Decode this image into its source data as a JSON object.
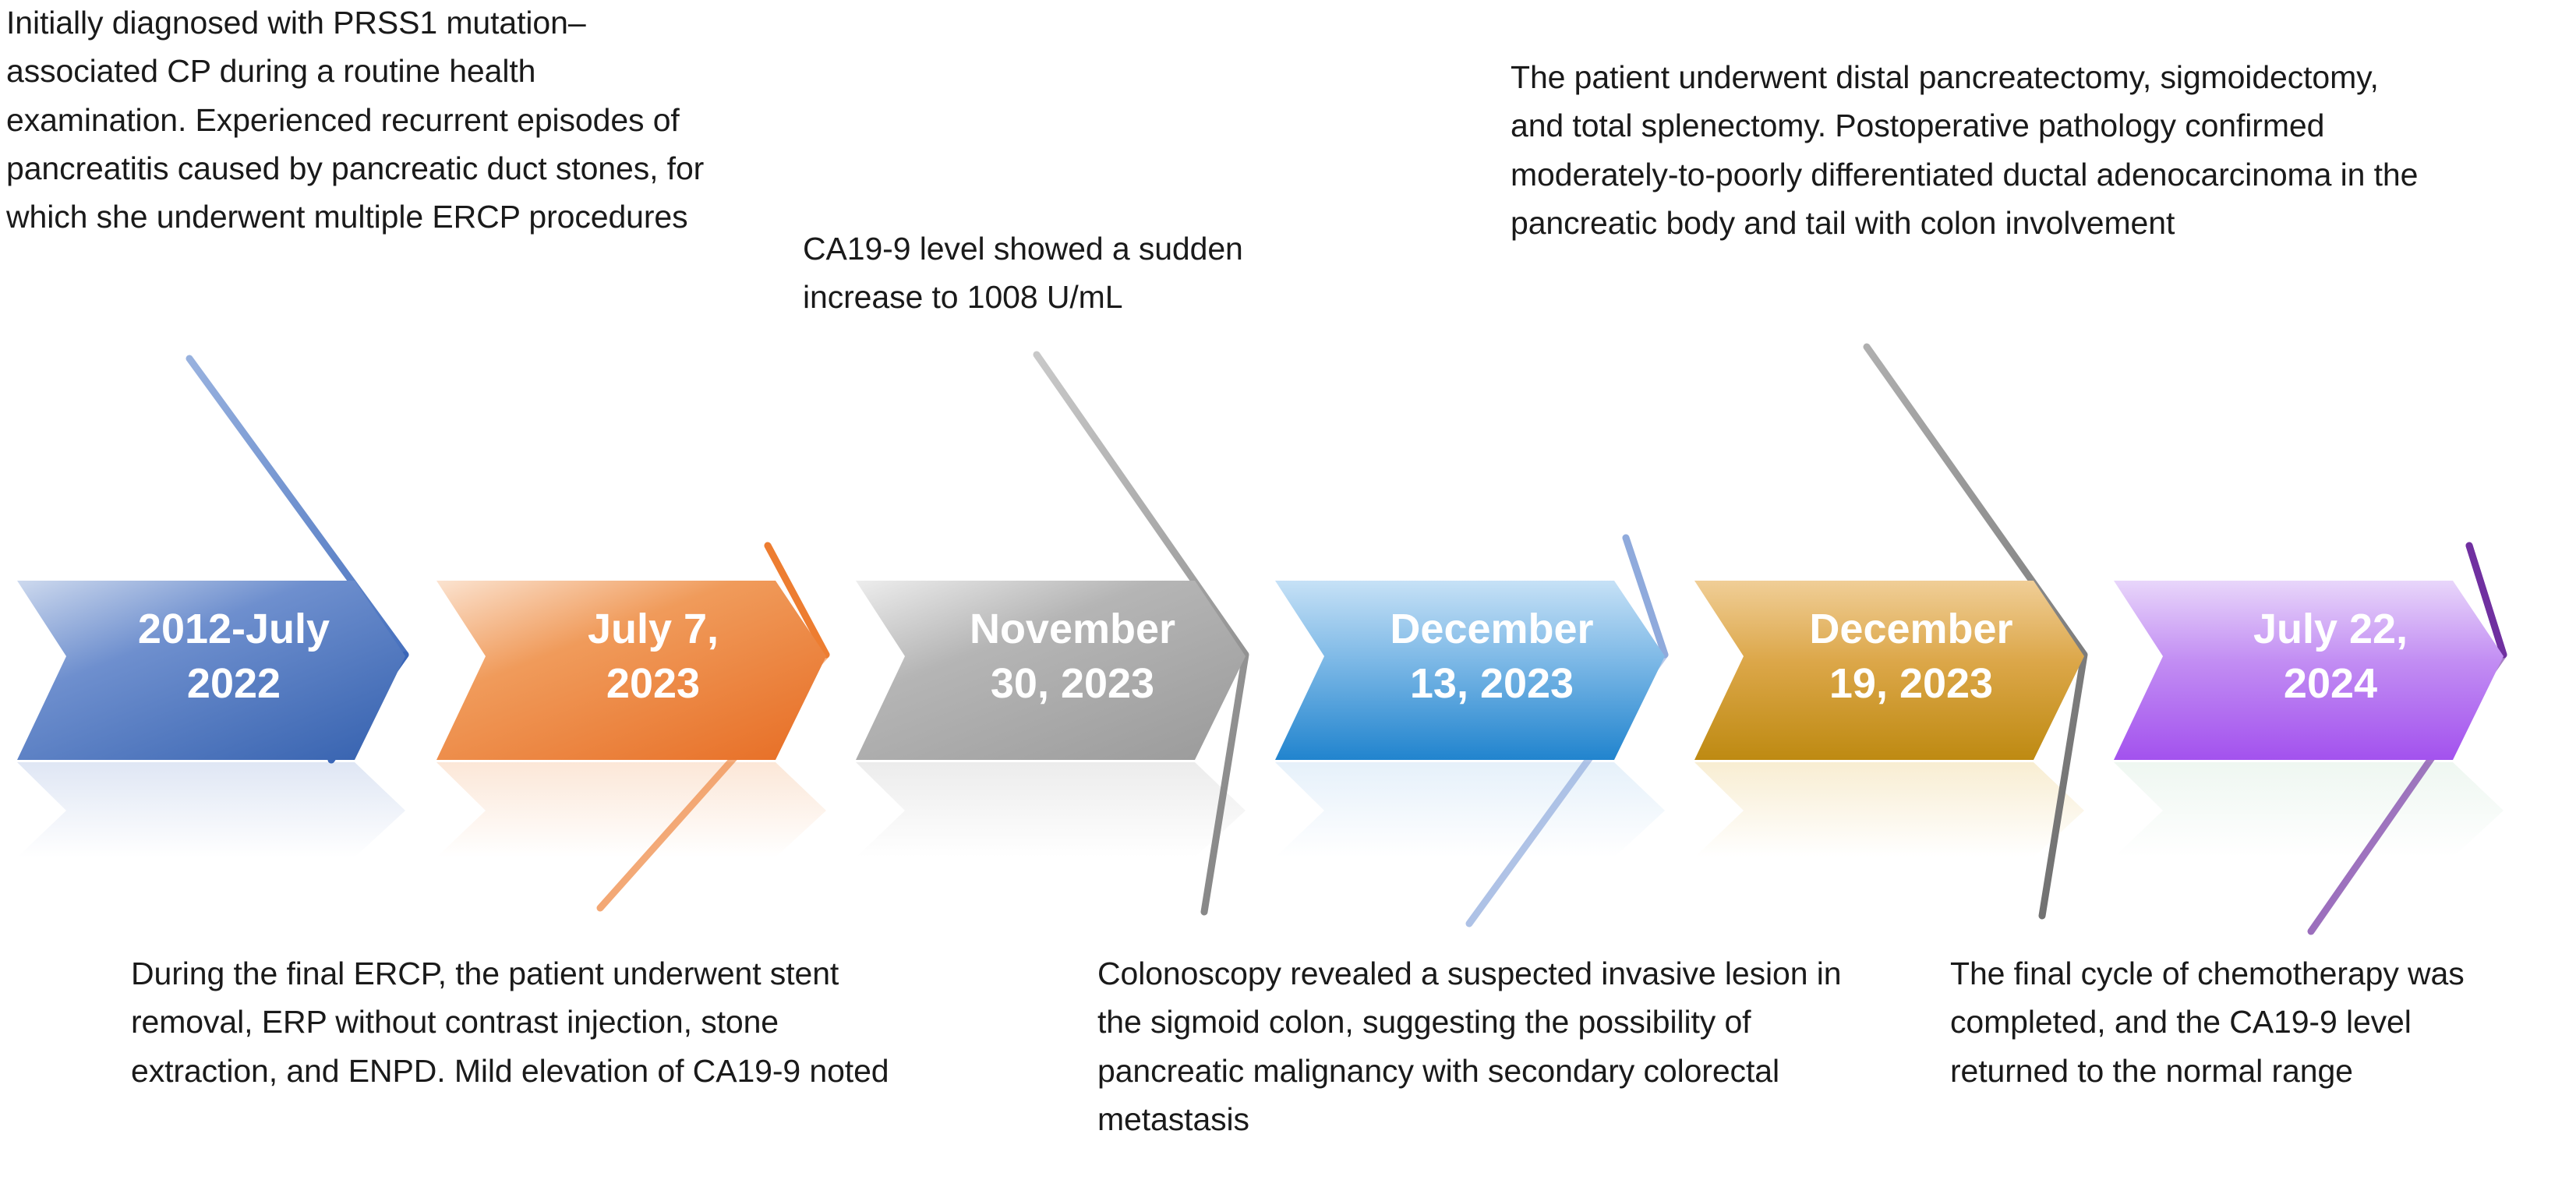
{
  "diagram": {
    "type": "process-timeline-chevron",
    "title": "Clinical course timeline",
    "orientation": "horizontal-left-to-right",
    "step_count": 6
  },
  "steps": [
    {
      "id": "step-1",
      "date_line_1": "2012-July",
      "date_line_2": "2022",
      "color_light": "#B8CCE9",
      "color_dark": "#3C69B4",
      "connector_color": "#4472C4",
      "note_position": "above",
      "note": "Initially diagnosed with PRSS1 mutation–associated CP during a routine health examination. Experienced recurrent episodes of pancreatitis caused by pancreatic duct stones, for which she underwent multiple ERCP procedures"
    },
    {
      "id": "step-2",
      "date_line_1": "July 7,",
      "date_line_2": "2023",
      "color_light": "#F8D8BE",
      "color_dark": "#E8762C",
      "connector_color": "#ED7D31",
      "note_position": "below",
      "note": "During the final ERCP, the patient underwent stent removal, ERP without contrast injection, stone extraction, and ENPD. Mild elevation of CA19-9 noted"
    },
    {
      "id": "step-3",
      "date_line_1": "November",
      "date_line_2": "30, 2023",
      "color_light": "#E6E6E6",
      "color_dark": "#A0A0A0",
      "connector_color": "#9C9C9C",
      "note_position": "above",
      "note": "CA19-9 level showed a sudden increase to 1008 U/mL"
    },
    {
      "id": "step-4",
      "date_line_1": "December",
      "date_line_2": "13, 2023",
      "color_light": "#BEDDF4",
      "color_dark": "#2184CE",
      "connector_color": "#8FAADC",
      "note_position": "below",
      "note": "Colonoscopy revealed a suspected invasive lesion in the sigmoid colon, suggesting the possibility of pancreatic malignancy with secondary colorectal metastasis"
    },
    {
      "id": "step-5",
      "date_line_1": "December",
      "date_line_2": "19, 2023",
      "color_light": "#EFCB92",
      "color_dark": "#BF8B13",
      "connector_color": "#7F7F7F",
      "note_position": "above",
      "note": "The patient underwent distal pancreatectomy, sigmoidectomy, and total splenectomy. Postoperative pathology confirmed moderately-to-poorly differentiated ductal adenocarcinoma in the pancreatic body and tail with colon involvement"
    },
    {
      "id": "step-6",
      "date_line_1": "July 22,",
      "date_line_2": "2024",
      "color_light": "#E4CCF7",
      "color_dark": "#A352EE",
      "connector_color": "#7030A0",
      "note_position": "below",
      "note": "The final cycle of chemotherapy was completed, and the CA19-9 level returned to the normal range"
    }
  ],
  "notes": {
    "top_1": "Initially diagnosed with PRSS1 mutation–associated CP during a routine health examination. Experienced recurrent episodes of pancreatitis caused by pancreatic duct stones, for which she underwent multiple ERCP procedures",
    "top_2": "CA19-9 level showed a sudden increase to 1008 U/mL",
    "top_3": "The patient underwent distal pancreatectomy, sigmoidectomy, and total splenectomy. Postoperative pathology confirmed moderately-to-poorly differentiated ductal adenocarcinoma in the pancreatic body and tail with colon involvement",
    "bottom_1": "During the final ERCP, the patient underwent stent removal, ERP without contrast injection, stone extraction, and ENPD. Mild elevation of CA19-9 noted",
    "bottom_2": "Colonoscopy revealed a suspected invasive lesion in the sigmoid colon, suggesting the possibility of pancreatic malignancy with secondary colorectal metastasis",
    "bottom_3": "The final cycle of chemotherapy was completed, and the CA19-9 level returned to the normal range"
  },
  "labels": {
    "s1l1": "2012-July",
    "s1l2": "2022",
    "s2l1": "July 7,",
    "s2l2": "2023",
    "s3l1": "November",
    "s3l2": "30, 2023",
    "s4l1": "December",
    "s4l2": "13, 2023",
    "s5l1": "December",
    "s5l2": "19, 2023",
    "s6l1": "July 22,",
    "s6l2": "2024"
  }
}
